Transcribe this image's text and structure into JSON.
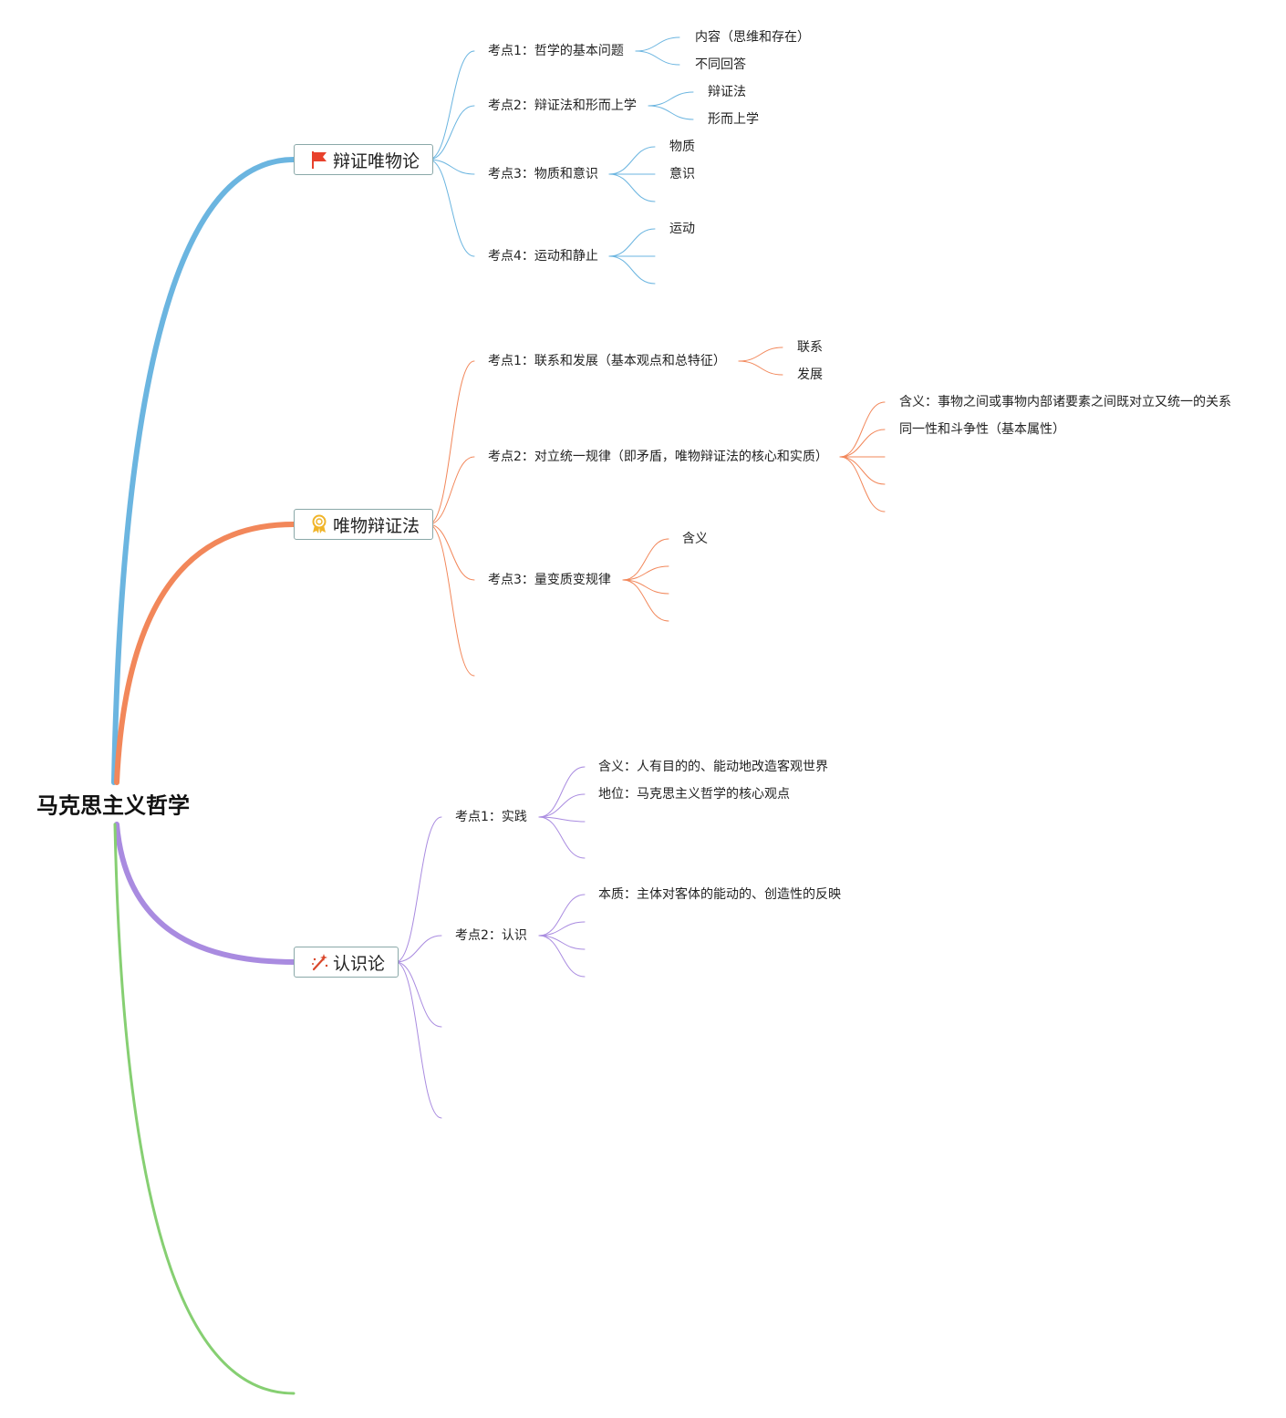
{
  "root": {
    "label": "马克思主义哲学"
  },
  "colors": {
    "branch1": "#6bb5e0",
    "branch2": "#f2875a",
    "branch3": "#a98be0",
    "branch4": "#86cf72",
    "flag": "#e8412c",
    "medal": "#f0b429",
    "wand": "#d9472b"
  },
  "branches": [
    {
      "label": "辩证唯物论",
      "icon": "flag-icon",
      "topics": [
        {
          "label": "考点1：哲学的基本问题",
          "children": [
            "内容（思维和存在）",
            "不同回答"
          ]
        },
        {
          "label": "考点2：辩证法和形而上学",
          "children": [
            "辩证法",
            "形而上学"
          ]
        },
        {
          "label": "考点3：物质和意识",
          "children": [
            "物质",
            "意识",
            ""
          ]
        },
        {
          "label": "考点4：运动和静止",
          "children": [
            "运动",
            "",
            ""
          ]
        }
      ]
    },
    {
      "label": "唯物辩证法",
      "icon": "medal-icon",
      "topics": [
        {
          "label": "考点1：联系和发展（基本观点和总特征）",
          "children": [
            "联系",
            "发展"
          ]
        },
        {
          "label": "考点2：对立统一规律（即矛盾，唯物辩证法的核心和实质）",
          "children": [
            "含义：事物之间或事物内部诸要素之间既对立又统一的关系",
            "同一性和斗争性（基本属性）",
            "",
            "",
            ""
          ]
        },
        {
          "label": "考点3：量变质变规律",
          "children": [
            "含义",
            "",
            "",
            ""
          ]
        },
        {
          "label": "",
          "children": []
        }
      ]
    },
    {
      "label": "认识论",
      "icon": "magic-wand-icon",
      "topics": [
        {
          "label": "考点1：实践",
          "children": [
            "含义：人有目的的、能动地改造客观世界",
            "地位：马克思主义哲学的核心观点",
            "",
            ""
          ]
        },
        {
          "label": "考点2：认识",
          "children": [
            "本质：主体对客体的能动的、创造性的反映",
            "",
            "",
            ""
          ]
        },
        {
          "label": "",
          "children": []
        },
        {
          "label": "",
          "children": []
        }
      ]
    },
    {
      "label": "",
      "icon": "",
      "topics": []
    }
  ]
}
